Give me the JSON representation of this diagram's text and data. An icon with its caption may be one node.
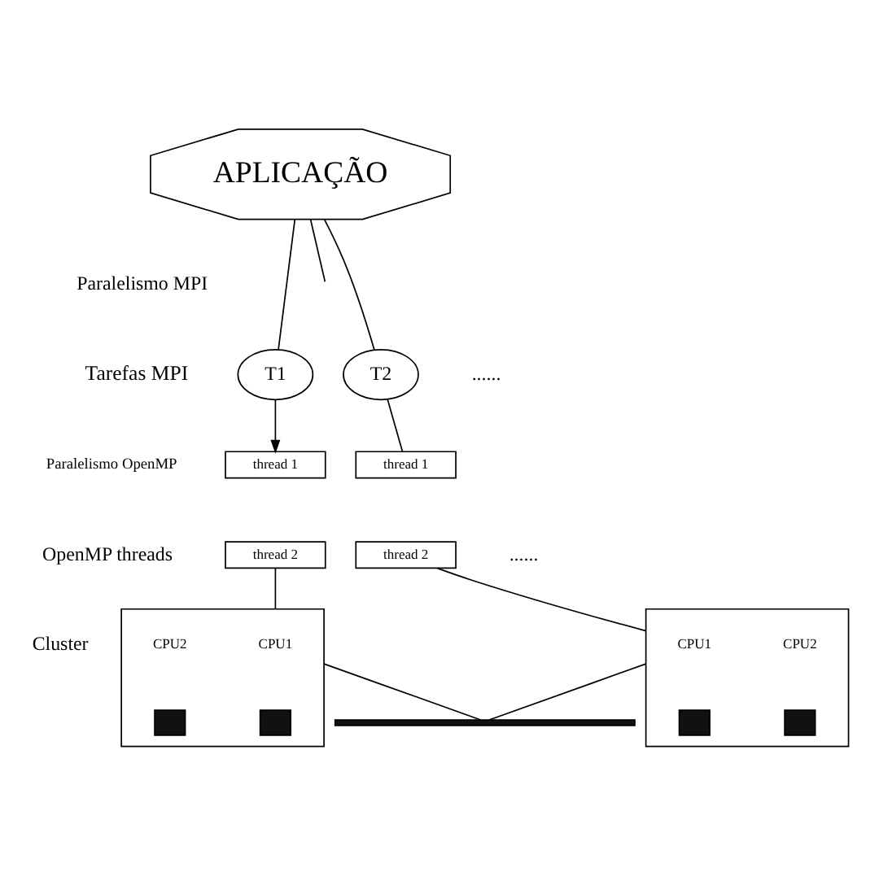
{
  "diagram": {
    "nodes": [
      {
        "text": [
          "APLICAÇÃO"
        ]
      },
      {
        "text": [
          "T1"
        ]
      },
      {
        "text": [
          "T2"
        ]
      },
      {
        "text": [
          "thread 1"
        ]
      },
      {
        "text": [
          "thread 2"
        ]
      },
      {
        "text": [
          "thread 1"
        ]
      },
      {
        "text": [
          "thread 2"
        ]
      },
      {
        "text": [],
        "shape": "box"
      },
      {
        "text": [
          "CPU1"
        ],
        "in": 7
      },
      {
        "text": [],
        "shape": "box",
        "in": 7
      },
      {
        "text": [
          "CPU2"
        ],
        "in": 7
      },
      {
        "text": [],
        "shape": "box",
        "in": 7
      },
      {
        "text": [],
        "shape": "box"
      },
      {
        "text": [
          "CPU1"
        ],
        "in": 12
      },
      {
        "text": [],
        "shape": "box",
        "in": 12
      },
      {
        "text": [
          "CPU2"
        ],
        "in": 12
      },
      {
        "text": [],
        "shape": "box",
        "in": 12
      },
      {
        "text": [],
        "shape": "bar"
      }
    ],
    "edges": [
      {
        "from": 0,
        "to": 1,
        "arrow": "none"
      },
      {
        "from": 0,
        "to": 2,
        "arrow": "none"
      },
      {
        "from": 0,
        "to": null,
        "arrow": "none"
      },
      {
        "from": 1,
        "to": 3,
        "arrow": "to"
      },
      {
        "from": 2,
        "to": 5,
        "arrow": "none"
      },
      {
        "from": 4,
        "to": 7,
        "arrow": "none"
      },
      {
        "from": 6,
        "to": 12,
        "arrow": "none"
      },
      {
        "from": 7,
        "to": 17,
        "arrow": "none"
      },
      {
        "from": 12,
        "to": 17,
        "arrow": "none"
      }
    ],
    "labels": [
      "Paralelismo MPI",
      "Tarefas MPI",
      "......",
      "Paralelismo OpenMP",
      "OpenMP threads",
      "Cluster",
      "......"
    ]
  }
}
